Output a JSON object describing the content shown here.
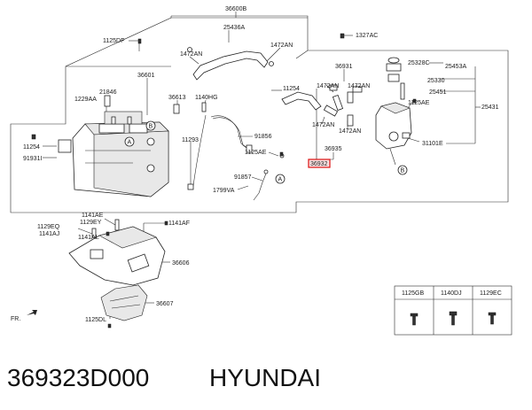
{
  "diagram": {
    "labels": {
      "l36600B": "36600B",
      "l1125DF": "1125DF",
      "l25436A": "25436A",
      "l1472AN_a": "1472AN",
      "l1472AN_b": "1472AN",
      "l1327AC": "1327AC",
      "l36601": "36601",
      "l1229AA": "1229AA",
      "l21846": "21846",
      "l36613": "36613",
      "l1140HG": "1140HG",
      "l11254_a": "11254",
      "l11254_b": "11254",
      "l91931I": "91931I",
      "l11293": "11293",
      "l91856": "91856",
      "l1125AE_a": "1125AE",
      "l91857": "91857",
      "l1799VA": "1799VA",
      "l36931": "36931",
      "l1472AN_c": "1472AN",
      "l1472AN_d": "1472AN",
      "l1472AN_e": "1472AN",
      "l1472AN_f": "1472AN",
      "l36935": "36935",
      "l36932": "36932",
      "l25328C": "25328C",
      "l25453A": "25453A",
      "l25330": "25330",
      "l25451": "25451",
      "l1125AE_b": "1125AE",
      "l25431": "25431",
      "l31101E": "31101E",
      "l1141AE": "1141AE",
      "l1129EQ": "1129EQ",
      "l1129EY": "1129EY",
      "l1141AJ": "1141AJ",
      "l1141AF": "1141AF",
      "l1141AL": "1141AL",
      "l36606": "36606",
      "l36607": "36607",
      "l1125DL": "1125DL",
      "fr": "FR.",
      "cA1": "A",
      "cA2": "A",
      "cB1": "B",
      "cB2": "B"
    },
    "fastener_table": {
      "headers": [
        "1125GB",
        "1140DJ",
        "1129EC"
      ]
    }
  },
  "footer": {
    "part_number": "369323D000",
    "brand": "HYUNDAI"
  }
}
